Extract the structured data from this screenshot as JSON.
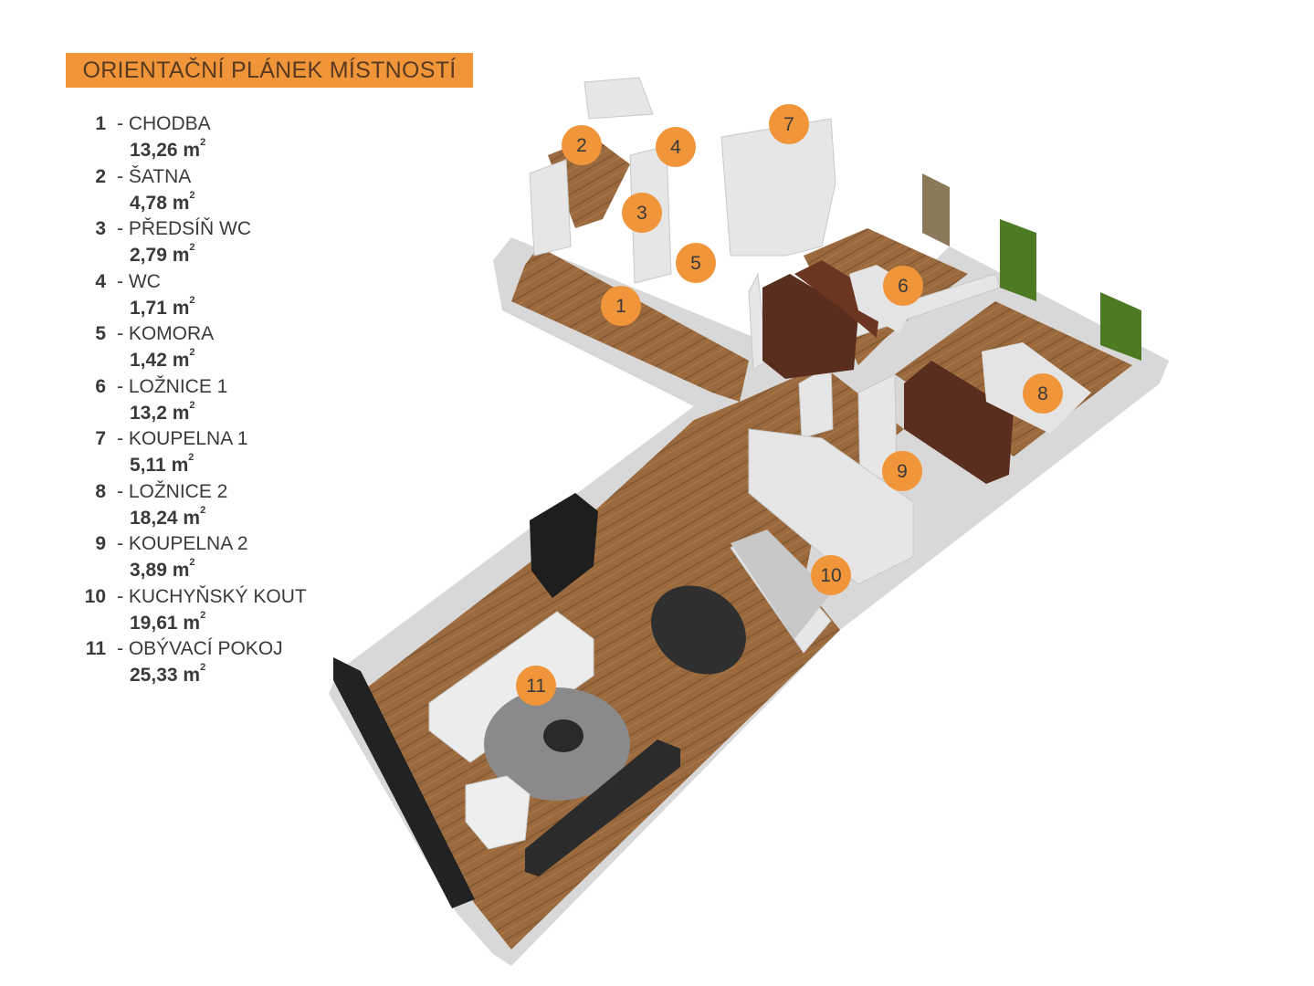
{
  "title": "ORIENTAČNÍ PLÁNEK MÍSTNOSTÍ",
  "colors": {
    "accent": "#f0953a",
    "floor": "#9a6a3e",
    "wall": "#dcdcdc",
    "text": "#3a3a3a"
  },
  "unit": "m",
  "unit_exp": "2",
  "rooms": [
    {
      "num": "1",
      "name": "- CHODBA",
      "area": "13,26"
    },
    {
      "num": "2",
      "name": "- ŠATNA",
      "area": "4,78"
    },
    {
      "num": "3",
      "name": "- PŘEDSÍŇ WC",
      "area": "2,79"
    },
    {
      "num": "4",
      "name": "- WC",
      "area": "1,71"
    },
    {
      "num": "5",
      "name": "- KOMORA",
      "area": "1,42"
    },
    {
      "num": "6",
      "name": "- LOŽNICE 1",
      "area": "13,2"
    },
    {
      "num": "7",
      "name": "- KOUPELNA 1",
      "area": "5,11"
    },
    {
      "num": "8",
      "name": "- LOŽNICE 2",
      "area": "18,24"
    },
    {
      "num": "9",
      "name": "- KOUPELNA 2",
      "area": "3,89"
    },
    {
      "num": "10",
      "name": "- KUCHYŇSKÝ KOUT",
      "area": "19,61"
    },
    {
      "num": "11",
      "name": "- OBÝVACÍ POKOJ",
      "area": "25,33"
    }
  ],
  "markers": [
    "1",
    "2",
    "3",
    "4",
    "5",
    "6",
    "7",
    "8",
    "9",
    "10",
    "11"
  ]
}
